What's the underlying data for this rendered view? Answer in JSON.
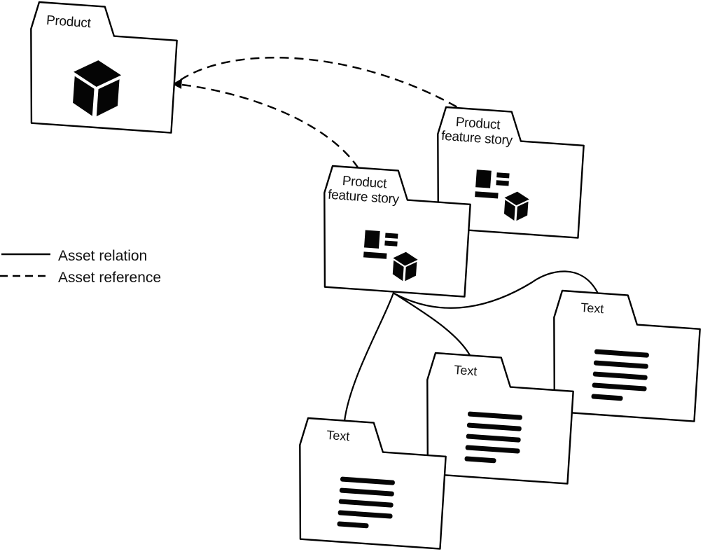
{
  "diagram": {
    "background_color": "#ffffff",
    "line_color": "#000000",
    "legend": {
      "relation_label": "Asset relation",
      "reference_label": "Asset reference",
      "relation_style": "solid",
      "reference_style": "dashed"
    },
    "folders": {
      "product": {
        "label": "Product",
        "icon": "cube-3d-icon"
      },
      "feature_story_top_right": {
        "line1": "Product",
        "line2": "feature story",
        "icon": "story-blocks-cube-icon"
      },
      "feature_story_middle": {
        "line1": "Product",
        "line2": "feature story",
        "icon": "story-blocks-cube-icon"
      },
      "text_right": {
        "label": "Text",
        "icon": "text-lines-icon"
      },
      "text_middle": {
        "label": "Text",
        "icon": "text-lines-icon"
      },
      "text_bottom_left": {
        "label": "Text",
        "icon": "text-lines-icon"
      }
    },
    "connections": {
      "references": [
        {
          "from": "feature_story_top_right",
          "to": "product"
        },
        {
          "from": "feature_story_middle",
          "to": "product"
        }
      ],
      "relations": [
        {
          "from": "feature_story_middle",
          "to": "text_bottom_left"
        },
        {
          "from": "feature_story_middle",
          "to": "text_middle"
        },
        {
          "from": "feature_story_middle",
          "to": "text_right"
        }
      ]
    }
  }
}
